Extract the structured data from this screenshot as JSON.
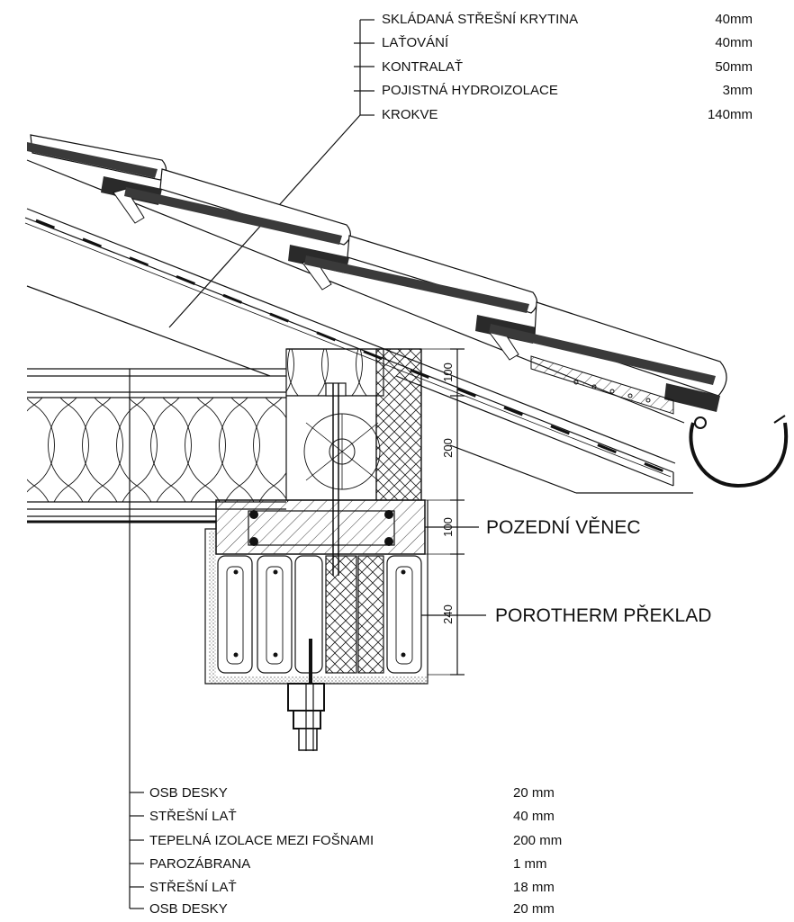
{
  "roof_layers": [
    {
      "name": "SKLÁDANÁ STŘEŠNÍ KRYTINA",
      "thickness": "40mm"
    },
    {
      "name": "LAŤOVÁNÍ",
      "thickness": "40mm"
    },
    {
      "name": "KONTRALAŤ",
      "thickness": "50mm"
    },
    {
      "name": "POJISTNÁ HYDROIZOLACE",
      "thickness": "3mm"
    },
    {
      "name": "KROKVE",
      "thickness": "140mm"
    }
  ],
  "ceiling_layers": [
    {
      "name": "OSB DESKY",
      "thickness": "20 mm"
    },
    {
      "name": "STŘEŠNÍ LAŤ",
      "thickness": "40 mm"
    },
    {
      "name": "TEPELNÁ IZOLACE MEZI FOŠNAMI",
      "thickness": "200 mm"
    },
    {
      "name": "PAROZÁBRANA",
      "thickness": "1 mm"
    },
    {
      "name": "STŘEŠNÍ LAŤ",
      "thickness": "18 mm"
    },
    {
      "name": "OSB DESKY",
      "thickness": "20 mm"
    }
  ],
  "callouts": {
    "ring_beam": "POZEDNÍ VĚNEC",
    "lintel": "POROTHERM PŘEKLAD"
  },
  "dimensions": {
    "d1": "100",
    "d2": "200",
    "d3": "100",
    "d4": "240"
  },
  "colors": {
    "ink": "#111111",
    "tile_fill": "#3a3a3a",
    "background": "#ffffff"
  }
}
